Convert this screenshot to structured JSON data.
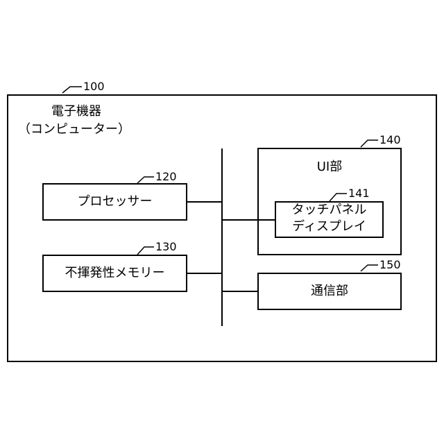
{
  "diagram": {
    "device": {
      "ref": "100",
      "title_line1": "電子機器",
      "title_line2": "（コンピューター）"
    },
    "processor": {
      "ref": "120",
      "label": "プロセッサー"
    },
    "memory": {
      "ref": "130",
      "label": "不揮発性メモリー"
    },
    "ui": {
      "ref": "140",
      "label": "UI部"
    },
    "touch_panel": {
      "ref": "141",
      "label_line1": "タッチパネル",
      "label_line2": "ディスプレイ"
    },
    "comm": {
      "ref": "150",
      "label": "通信部"
    }
  }
}
